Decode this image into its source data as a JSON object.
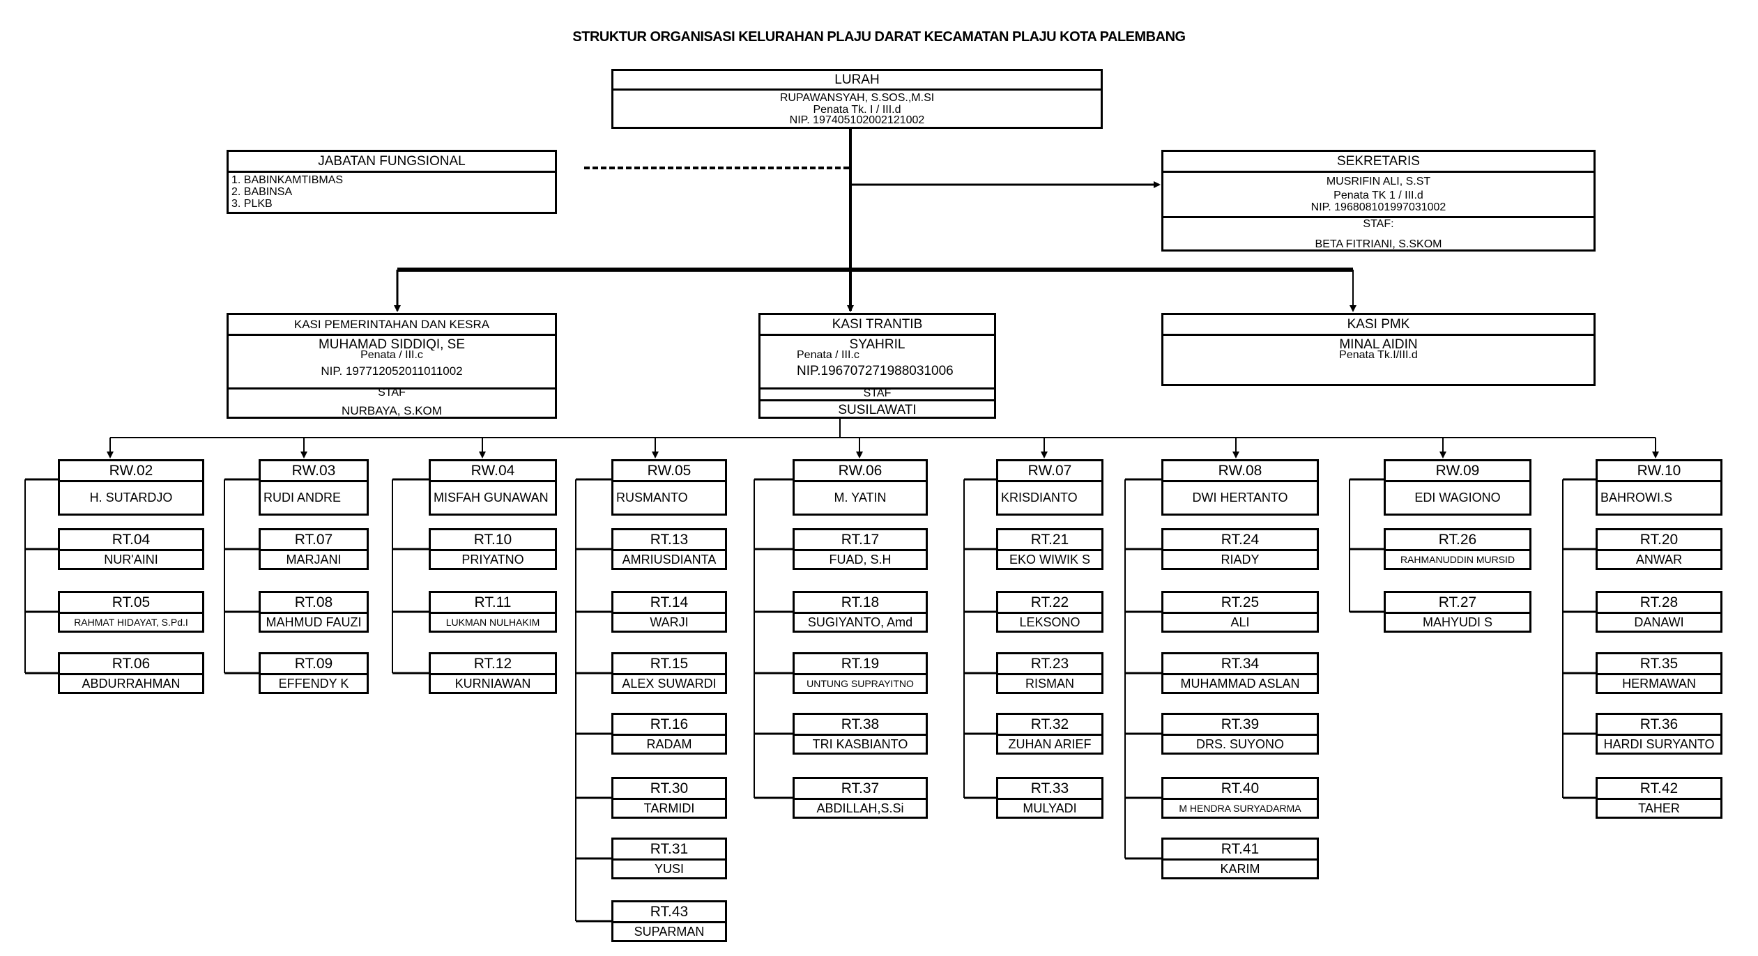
{
  "title": "STRUKTUR ORGANISASI KELURAHAN PLAJU DARAT KECAMATAN PLAJU KOTA PALEMBANG",
  "lurah": {
    "title": "LURAH",
    "name": "RUPAWANSYAH, S.SOS.,M.SI",
    "rank": "Penata Tk. I / III.d",
    "nip": "NIP. 197405102002121002"
  },
  "jabatan_fungsional": {
    "title": "JABATAN FUNGSIONAL",
    "items": [
      "1. BABINKAMTIBMAS",
      "2. BABINSA",
      "3. PLKB"
    ]
  },
  "sekretaris": {
    "title": "SEKRETARIS",
    "name": "MUSRIFIN ALI, S.ST",
    "rank": "Penata TK 1 / III.d",
    "nip": "NIP. 196808101997031002",
    "staf_label": "STAF:",
    "staf": "BETA FITRIANI, S.SKOM"
  },
  "kasi_pemerintahan": {
    "title": "KASI PEMERINTAHAN DAN KESRA",
    "name": "MUHAMAD SIDDIQI, SE",
    "rank": "Penata / III.c",
    "nip": "NIP. 197712052011011002",
    "staf_label": "STAF",
    "staf": "NURBAYA, S.KOM"
  },
  "kasi_trantib": {
    "title": "KASI TRANTIB",
    "name": "SYAHRIL",
    "rank": "Penata / III.c",
    "nip": "NIP.196707271988031006",
    "staf_label": "STAF",
    "staf": "SUSILAWATI"
  },
  "kasi_pmk": {
    "title": "KASI PMK",
    "name": "MINAL AIDIN",
    "rank": "Penata Tk.I/III.d"
  },
  "rw_units": [
    {
      "label": "RW.02",
      "name": "H. SUTARDJO",
      "rts": [
        {
          "label": "RT.04",
          "name": "NUR'AINI"
        },
        {
          "label": "RT.05",
          "name": "RAHMAT HIDAYAT, S.Pd.I"
        },
        {
          "label": "RT.06",
          "name": "ABDURRAHMAN"
        }
      ]
    },
    {
      "label": "RW.03",
      "name": "RUDI ANDRE",
      "rts": [
        {
          "label": "RT.07",
          "name": "MARJANI"
        },
        {
          "label": "RT.08",
          "name": "MAHMUD FAUZI"
        },
        {
          "label": "RT.09",
          "name": "EFFENDY K"
        }
      ]
    },
    {
      "label": "RW.04",
      "name": "MISFAH GUNAWAN",
      "rts": [
        {
          "label": "RT.10",
          "name": "PRIYATNO"
        },
        {
          "label": "RT.11",
          "name": "LUKMAN NULHAKIM"
        },
        {
          "label": "RT.12",
          "name": "KURNIAWAN"
        }
      ]
    },
    {
      "label": "RW.05",
      "name": "RUSMANTO",
      "rts": [
        {
          "label": "RT.13",
          "name": "AMRIUSDIANTA"
        },
        {
          "label": "RT.14",
          "name": "WARJI"
        },
        {
          "label": "RT.15",
          "name": "ALEX SUWARDI"
        },
        {
          "label": "RT.16",
          "name": "RADAM"
        },
        {
          "label": "RT.30",
          "name": "TARMIDI"
        },
        {
          "label": "RT.31",
          "name": "YUSI"
        },
        {
          "label": "RT.43",
          "name": "SUPARMAN"
        }
      ]
    },
    {
      "label": "RW.06",
      "name": "M. YATIN",
      "rts": [
        {
          "label": "RT.17",
          "name": "FUAD, S.H"
        },
        {
          "label": "RT.18",
          "name": "SUGIYANTO, Amd"
        },
        {
          "label": "RT.19",
          "name": "UNTUNG SUPRAYITNO"
        },
        {
          "label": "RT.38",
          "name": "TRI KASBIANTO"
        },
        {
          "label": "RT.37",
          "name": "ABDILLAH,S.Si"
        }
      ]
    },
    {
      "label": "RW.07",
      "name": "KRISDIANTO",
      "rts": [
        {
          "label": "RT.21",
          "name": "EKO WIWIK S"
        },
        {
          "label": "RT.22",
          "name": "LEKSONO"
        },
        {
          "label": "RT.23",
          "name": "RISMAN"
        },
        {
          "label": "RT.32",
          "name": "ZUHAN ARIEF"
        },
        {
          "label": "RT.33",
          "name": "MULYADI"
        }
      ]
    },
    {
      "label": "RW.08",
      "name": "DWI HERTANTO",
      "rts": [
        {
          "label": "RT.24",
          "name": "RIADY"
        },
        {
          "label": "RT.25",
          "name": "ALI"
        },
        {
          "label": "RT.34",
          "name": "MUHAMMAD ASLAN"
        },
        {
          "label": "RT.39",
          "name": "DRS. SUYONO"
        },
        {
          "label": "RT.40",
          "name": "M HENDRA SURYADARMA"
        },
        {
          "label": "RT.41",
          "name": "KARIM"
        }
      ]
    },
    {
      "label": "RW.09",
      "name": "EDI WAGIONO",
      "rts": [
        {
          "label": "RT.26",
          "name": "RAHMANUDDIN MURSID"
        },
        {
          "label": "RT.27",
          "name": "MAHYUDI  S"
        }
      ]
    },
    {
      "label": "RW.10",
      "name": "BAHROWI.S",
      "rts": [
        {
          "label": "RT.20",
          "name": "ANWAR"
        },
        {
          "label": "RT.28",
          "name": "DANAWI"
        },
        {
          "label": "RT.35",
          "name": "HERMAWAN"
        },
        {
          "label": "RT.36",
          "name": "HARDI SURYANTO"
        },
        {
          "label": "RT.42",
          "name": "TAHER"
        }
      ]
    }
  ]
}
